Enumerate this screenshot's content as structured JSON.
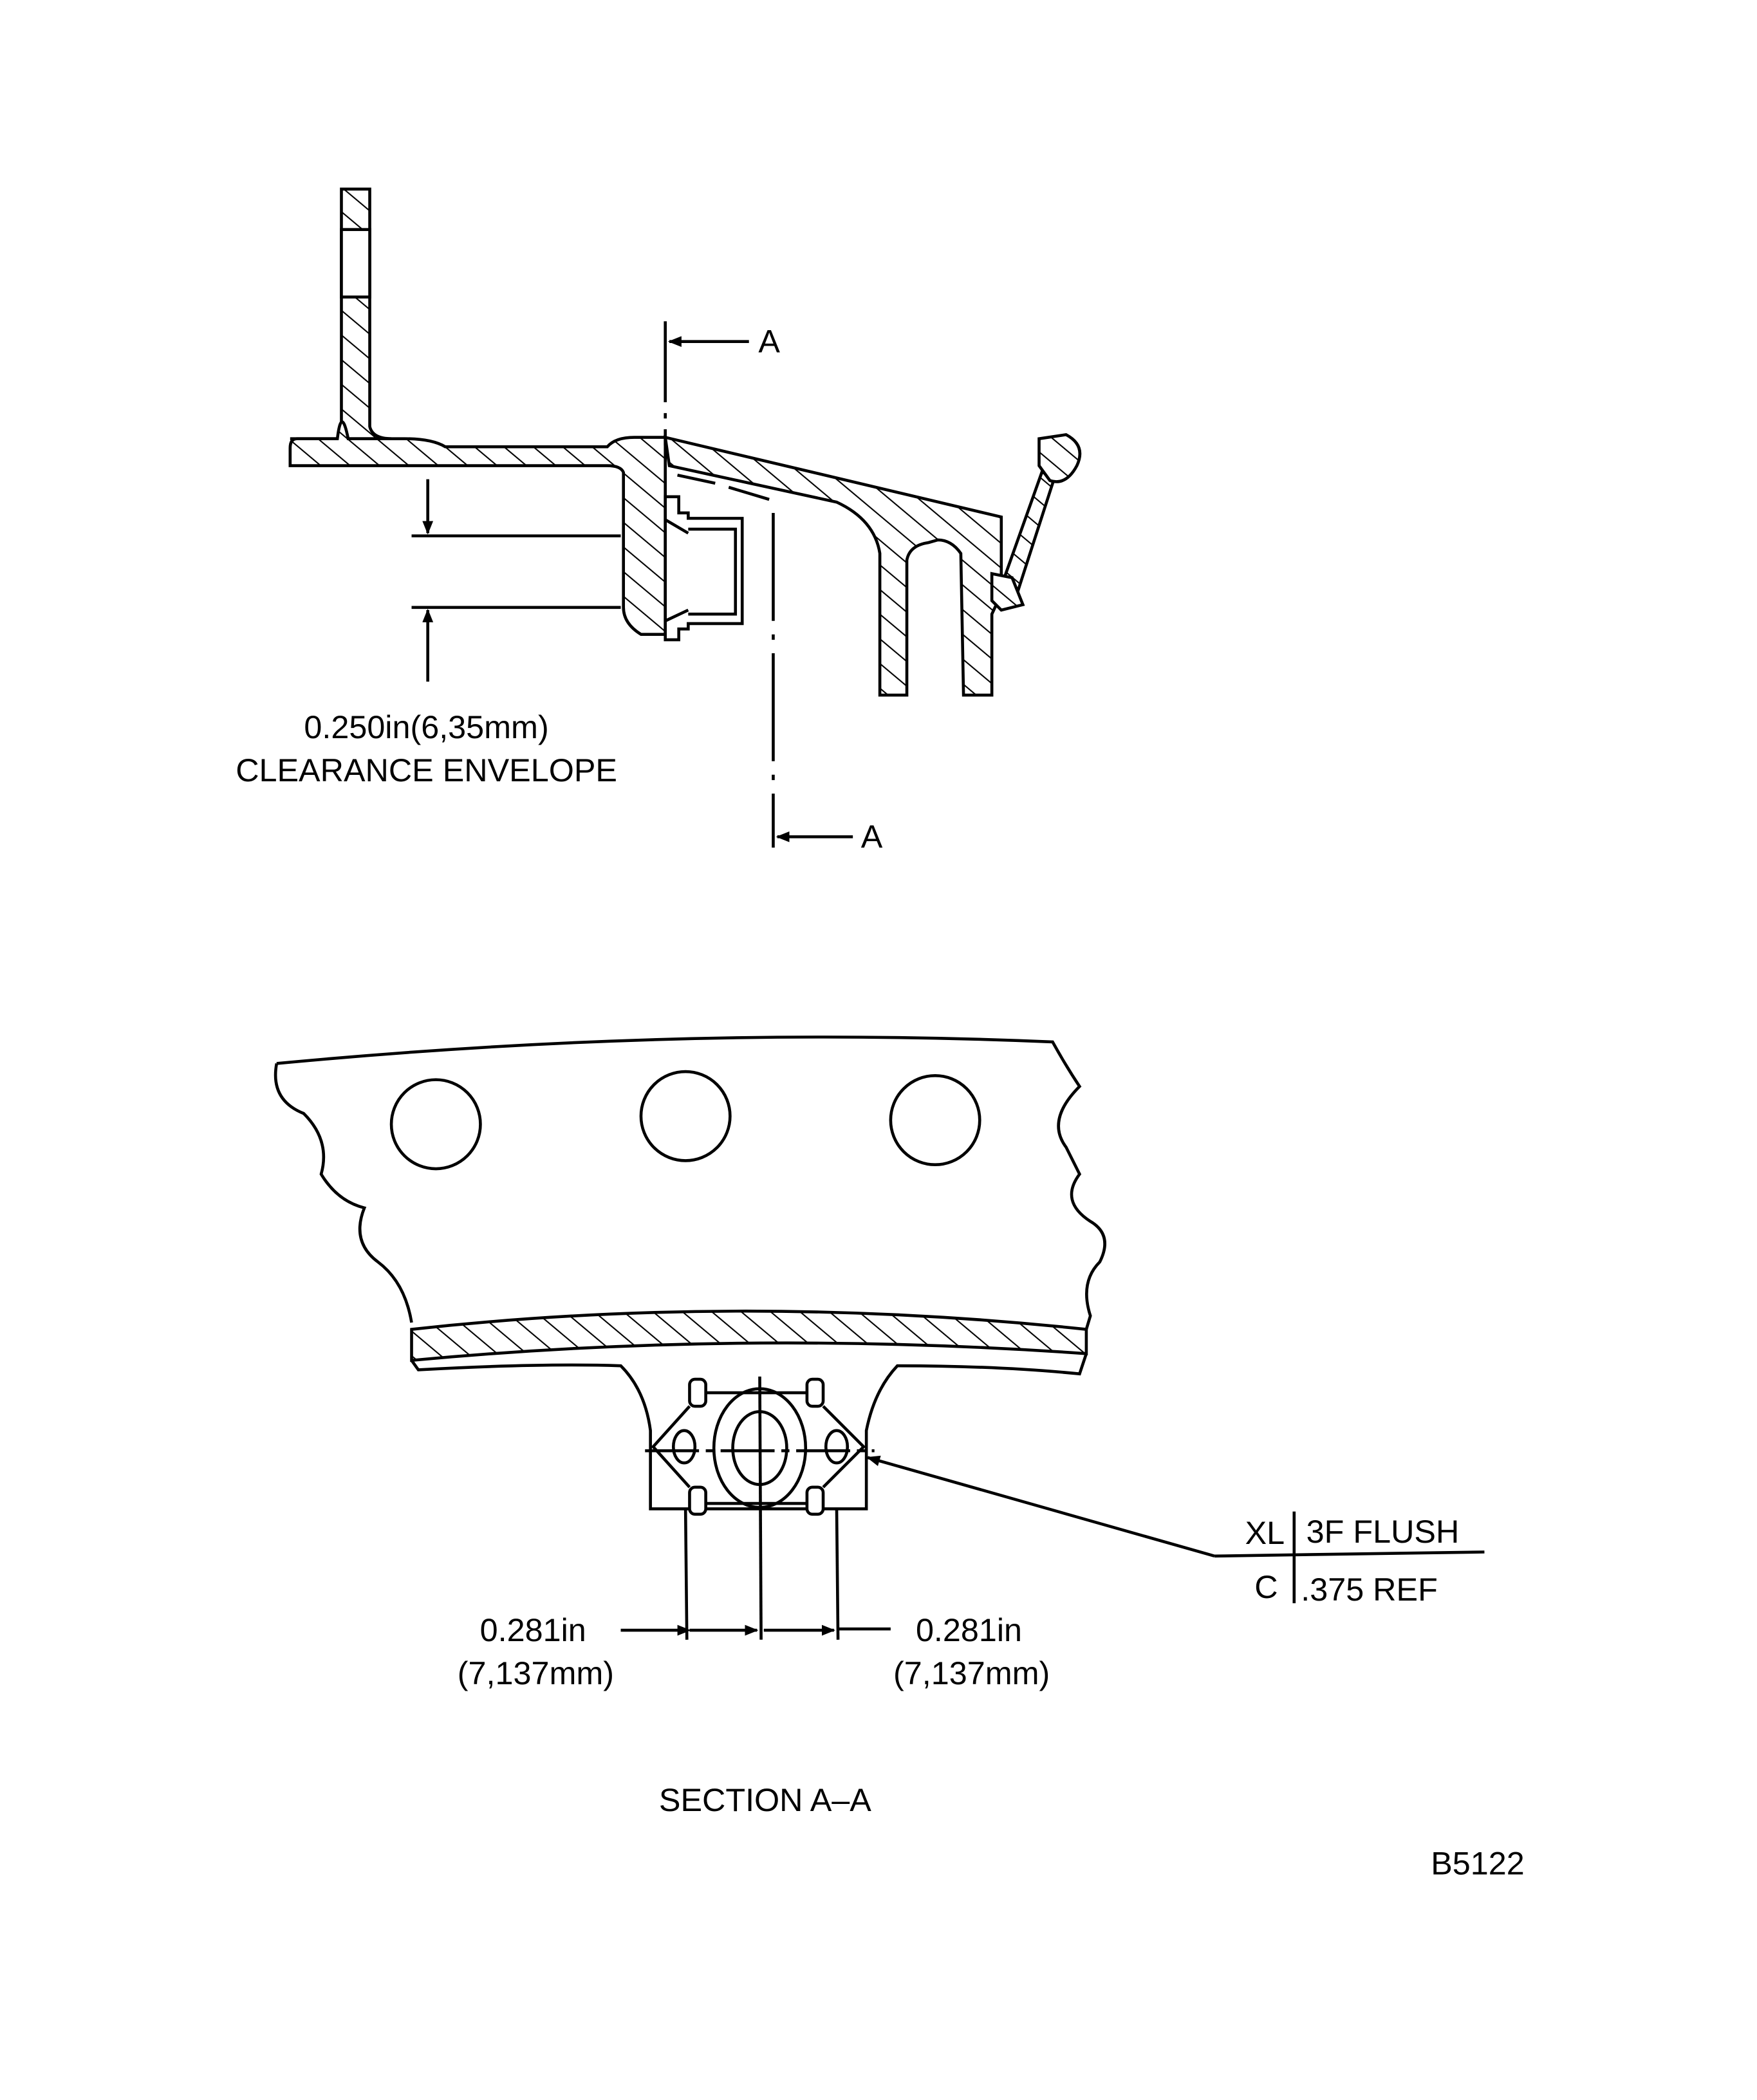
{
  "upper_view": {
    "section_marker_top": "A",
    "section_marker_bottom": "A",
    "clearance_dimension": "0.250in(6,35mm)",
    "clearance_label": "CLEARANCE ENVELOPE"
  },
  "section_view": {
    "callout_row1_left": "XL",
    "callout_row1_right": "3F FLUSH",
    "callout_row2_left": "C",
    "callout_row2_right": ".375 REF",
    "dim_left_in": "0.281in",
    "dim_left_mm": "(7,137mm)",
    "dim_right_in": "0.281in",
    "dim_right_mm": "(7,137mm)",
    "title": "SECTION A–A"
  },
  "figure_id": "B5122"
}
